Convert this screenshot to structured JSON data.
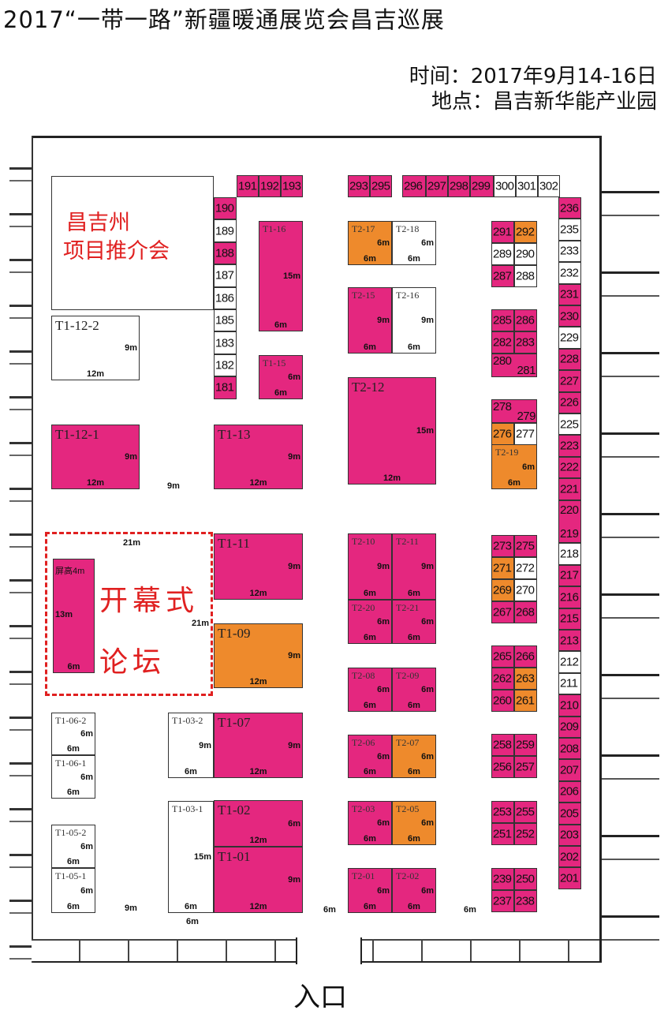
{
  "header": {
    "title": "2017“一带一路”新疆暖通展览会昌吉巡展",
    "time": "时间：2017年9月14-16日",
    "place": "地点：昌吉新华能产业园"
  },
  "colors": {
    "p": "#e4277f",
    "o": "#ee8a2c",
    "w": "#ffffff",
    "red": "#e02020"
  },
  "entrance": "入口",
  "project_area": {
    "line1": "昌吉州",
    "line2": "项目推介会"
  },
  "forum": {
    "line1": "开幕式",
    "line2": "论坛",
    "screen": "屏高4m",
    "screen_h": "13m",
    "screen_w": "6m",
    "width_top": "21m",
    "width_side": "21m"
  },
  "aisles": [
    "9m",
    "9m",
    "6m",
    "6m",
    "6m"
  ],
  "top_row": [
    {
      "label": "191",
      "fill": "p"
    },
    {
      "label": "192",
      "fill": "p"
    },
    {
      "label": "193",
      "fill": "p"
    },
    {
      "label": "293",
      "fill": "p"
    },
    {
      "label": "295",
      "fill": "p"
    },
    {
      "label": "296",
      "fill": "p"
    },
    {
      "label": "297",
      "fill": "p"
    },
    {
      "label": "298",
      "fill": "p"
    },
    {
      "label": "299",
      "fill": "p"
    },
    {
      "label": "300",
      "fill": "w"
    },
    {
      "label": "301",
      "fill": "w"
    },
    {
      "label": "302",
      "fill": "w"
    }
  ],
  "left_column": [
    {
      "label": "190",
      "fill": "p"
    },
    {
      "label": "189",
      "fill": "w"
    },
    {
      "label": "188",
      "fill": "p"
    },
    {
      "label": "187",
      "fill": "w"
    },
    {
      "label": "186",
      "fill": "w"
    },
    {
      "label": "185",
      "fill": "w"
    },
    {
      "label": "183",
      "fill": "w"
    },
    {
      "label": "182",
      "fill": "w"
    },
    {
      "label": "181",
      "fill": "p"
    }
  ],
  "right_column": [
    {
      "label": "236",
      "fill": "p"
    },
    {
      "label": "235",
      "fill": "w"
    },
    {
      "label": "233",
      "fill": "w"
    },
    {
      "label": "232",
      "fill": "w"
    },
    {
      "label": "231",
      "fill": "p"
    },
    {
      "label": "230",
      "fill": "p"
    },
    {
      "label": "229",
      "fill": "w"
    },
    {
      "label": "228",
      "fill": "p"
    },
    {
      "label": "227",
      "fill": "p"
    },
    {
      "label": "226",
      "fill": "p"
    },
    {
      "label": "225",
      "fill": "w"
    },
    {
      "label": "223",
      "fill": "p"
    },
    {
      "label": "222",
      "fill": "p"
    },
    {
      "label": "221",
      "fill": "p"
    },
    {
      "label": "220",
      "label2": "219",
      "fill": "p"
    },
    {
      "label": "218",
      "fill": "w"
    },
    {
      "label": "217",
      "fill": "p"
    },
    {
      "label": "216",
      "fill": "p"
    },
    {
      "label": "215",
      "fill": "p"
    },
    {
      "label": "213",
      "fill": "p"
    },
    {
      "label": "212",
      "fill": "w"
    },
    {
      "label": "211",
      "fill": "w"
    },
    {
      "label": "210",
      "fill": "p"
    },
    {
      "label": "209",
      "fill": "p"
    },
    {
      "label": "208",
      "fill": "p"
    },
    {
      "label": "207",
      "fill": "p"
    },
    {
      "label": "206",
      "fill": "p"
    },
    {
      "label": "205",
      "fill": "p"
    },
    {
      "label": "203",
      "fill": "p"
    },
    {
      "label": "202",
      "fill": "p"
    },
    {
      "label": "201",
      "fill": "p"
    }
  ],
  "pair_rows": [
    {
      "l": {
        "label": "291",
        "fill": "p"
      },
      "r": {
        "label": "292",
        "fill": "o"
      }
    },
    {
      "l": {
        "label": "289",
        "fill": "w"
      },
      "r": {
        "label": "290",
        "fill": "w"
      }
    },
    {
      "l": {
        "label": "287",
        "fill": "p"
      },
      "r": {
        "label": "288",
        "fill": "w"
      }
    },
    {
      "l": {
        "label": "285",
        "fill": "p"
      },
      "r": {
        "label": "286",
        "fill": "p"
      }
    },
    {
      "l": {
        "label": "282",
        "fill": "p"
      },
      "r": {
        "label": "283",
        "fill": "p"
      }
    },
    {
      "merged": {
        "label": "280",
        "label2": "281",
        "fill": "p"
      }
    },
    {
      "merged": {
        "label": "278",
        "label2": "279",
        "fill": "p"
      }
    },
    {
      "l": {
        "label": "276",
        "fill": "o"
      },
      "r": {
        "label": "277",
        "fill": "w"
      }
    },
    {
      "l": {
        "label": "273",
        "fill": "p"
      },
      "r": {
        "label": "275",
        "fill": "p"
      }
    },
    {
      "l": {
        "label": "271",
        "fill": "o"
      },
      "r": {
        "label": "272",
        "fill": "w"
      }
    },
    {
      "l": {
        "label": "269",
        "fill": "o"
      },
      "r": {
        "label": "270",
        "fill": "w"
      }
    },
    {
      "l": {
        "label": "267",
        "fill": "p"
      },
      "r": {
        "label": "268",
        "fill": "p"
      }
    },
    {
      "l": {
        "label": "265",
        "fill": "p"
      },
      "r": {
        "label": "266",
        "fill": "p"
      }
    },
    {
      "l": {
        "label": "262",
        "fill": "p"
      },
      "r": {
        "label": "263",
        "fill": "o"
      }
    },
    {
      "l": {
        "label": "260",
        "fill": "p"
      },
      "r": {
        "label": "261",
        "fill": "o"
      }
    },
    {
      "l": {
        "label": "258",
        "fill": "p"
      },
      "r": {
        "label": "259",
        "fill": "p"
      }
    },
    {
      "l": {
        "label": "256",
        "fill": "p"
      },
      "r": {
        "label": "257",
        "fill": "p"
      }
    },
    {
      "l": {
        "label": "253",
        "fill": "p"
      },
      "r": {
        "label": "255",
        "fill": "p"
      }
    },
    {
      "l": {
        "label": "251",
        "fill": "p"
      },
      "r": {
        "label": "252",
        "fill": "p"
      }
    },
    {
      "l": {
        "label": "239",
        "fill": "p"
      },
      "r": {
        "label": "250",
        "fill": "p"
      }
    },
    {
      "l": {
        "label": "237",
        "fill": "p"
      },
      "r": {
        "label": "238",
        "fill": "p"
      }
    }
  ],
  "big_booths": [
    {
      "label": "T1-12-2",
      "fill": "w",
      "size": "b",
      "dims": [
        "9m",
        "12m"
      ]
    },
    {
      "label": "T1-12-1",
      "fill": "p",
      "size": "b",
      "dims": [
        "9m",
        "12m"
      ]
    },
    {
      "label": "T1-16",
      "fill": "p",
      "size": "s",
      "dims": [
        "15m",
        "6m"
      ]
    },
    {
      "label": "T1-15",
      "fill": "p",
      "size": "s",
      "dims": [
        "6m",
        "6m"
      ]
    },
    {
      "label": "T1-13",
      "fill": "p",
      "size": "b",
      "dims": [
        "9m",
        "12m"
      ]
    },
    {
      "label": "T1-11",
      "fill": "p",
      "size": "b",
      "dims": [
        "9m",
        "12m"
      ]
    },
    {
      "label": "T1-09",
      "fill": "o",
      "size": "b",
      "dims": [
        "9m",
        "12m"
      ]
    },
    {
      "label": "T1-07",
      "fill": "p",
      "size": "b",
      "dims": [
        "9m",
        "12m"
      ]
    },
    {
      "label": "T1-03-2",
      "fill": "w",
      "size": "s",
      "dims": [
        "9m",
        "6m"
      ]
    },
    {
      "label": "T1-03-1",
      "fill": "w",
      "size": "s",
      "dims": [
        "15m",
        "6m"
      ]
    },
    {
      "label": "T1-02",
      "fill": "p",
      "size": "b",
      "dims": [
        "6m",
        "12m"
      ]
    },
    {
      "label": "T1-01",
      "fill": "p",
      "size": "b",
      "dims": [
        "9m",
        "12m"
      ]
    },
    {
      "label": "T1-06-2",
      "fill": "w",
      "size": "s",
      "dims": [
        "6m",
        "6m"
      ]
    },
    {
      "label": "T1-06-1",
      "fill": "w",
      "size": "s",
      "dims": [
        "6m",
        "6m"
      ]
    },
    {
      "label": "T1-05-2",
      "fill": "w",
      "size": "s",
      "dims": [
        "6m",
        "6m"
      ]
    },
    {
      "label": "T1-05-1",
      "fill": "w",
      "size": "s",
      "dims": [
        "6m",
        "6m"
      ]
    },
    {
      "label": "T2-17",
      "fill": "o",
      "size": "s",
      "dims": [
        "6m",
        "6m"
      ]
    },
    {
      "label": "T2-18",
      "fill": "w",
      "size": "s",
      "dims": [
        "6m",
        "6m"
      ]
    },
    {
      "label": "T2-15",
      "fill": "p",
      "size": "s",
      "dims": [
        "9m",
        "6m"
      ]
    },
    {
      "label": "T2-16",
      "fill": "w",
      "size": "s",
      "dims": [
        "9m",
        "6m"
      ]
    },
    {
      "label": "T2-12",
      "fill": "p",
      "size": "b",
      "dims": [
        "15m",
        "12m"
      ]
    },
    {
      "label": "T2-10",
      "fill": "p",
      "size": "s",
      "dims": [
        "9m",
        "6m"
      ]
    },
    {
      "label": "T2-11",
      "fill": "p",
      "size": "s",
      "dims": [
        "9m",
        "6m"
      ]
    },
    {
      "label": "T2-20",
      "fill": "p",
      "size": "s",
      "dims": [
        "6m",
        "6m"
      ]
    },
    {
      "label": "T2-21",
      "fill": "p",
      "size": "s",
      "dims": [
        "6m",
        "6m"
      ]
    },
    {
      "label": "T2-08",
      "fill": "p",
      "size": "s",
      "dims": [
        "6m",
        "6m"
      ]
    },
    {
      "label": "T2-09",
      "fill": "p",
      "size": "s",
      "dims": [
        "6m",
        "6m"
      ]
    },
    {
      "label": "T2-06",
      "fill": "p",
      "size": "s",
      "dims": [
        "6m",
        "6m"
      ]
    },
    {
      "label": "T2-07",
      "fill": "o",
      "size": "s",
      "dims": [
        "6m",
        "6m"
      ]
    },
    {
      "label": "T2-03",
      "fill": "p",
      "size": "s",
      "dims": [
        "6m",
        "6m"
      ]
    },
    {
      "label": "T2-05",
      "fill": "o",
      "size": "s",
      "dims": [
        "6m",
        "6m"
      ]
    },
    {
      "label": "T2-01",
      "fill": "p",
      "size": "s",
      "dims": [
        "6m",
        "6m"
      ]
    },
    {
      "label": "T2-02",
      "fill": "p",
      "size": "s",
      "dims": [
        "6m",
        "6m"
      ]
    },
    {
      "label": "T2-19",
      "fill": "o",
      "size": "s",
      "dims": [
        "6m",
        "6m"
      ]
    }
  ]
}
